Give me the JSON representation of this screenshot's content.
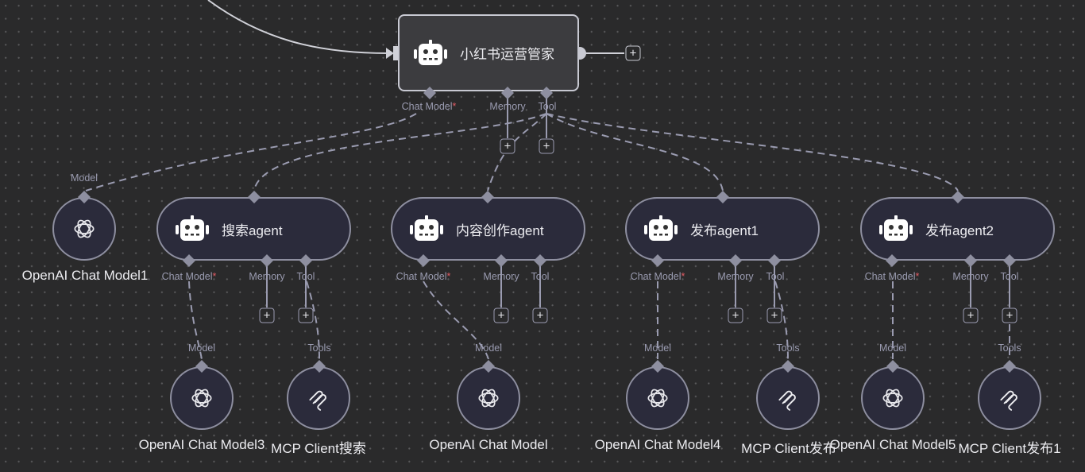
{
  "colors": {
    "background": "#2a2a2b",
    "edge": "#9a9bb0",
    "main_edge": "#d0d1d8",
    "required_marker": "#e15b64"
  },
  "main_node": {
    "title": "小红书运营管家",
    "icon": "robot-icon",
    "ports": {
      "chat_model": "Chat Model",
      "memory": "Memory",
      "tool": "Tool",
      "required": "*"
    }
  },
  "add_button_symbol": "+",
  "agents": [
    {
      "title": "搜索agent",
      "icon": "robot-icon",
      "ports": {
        "chat_model": "Chat Model",
        "memory": "Memory",
        "tool": "Tool",
        "required": "*"
      }
    },
    {
      "title": "内容创作agent",
      "icon": "robot-icon",
      "ports": {
        "chat_model": "Chat Model",
        "memory": "Memory",
        "tool": "Tool",
        "required": "*"
      }
    },
    {
      "title": "发布agent1",
      "icon": "robot-icon",
      "ports": {
        "chat_model": "Chat Model",
        "memory": "Memory",
        "tool": "Tool",
        "required": "*"
      }
    },
    {
      "title": "发布agent2",
      "icon": "robot-icon",
      "ports": {
        "chat_model": "Chat Model",
        "memory": "Memory",
        "tool": "Tool",
        "required": "*"
      }
    }
  ],
  "sub_nodes": [
    {
      "label": "OpenAI Chat Model1",
      "icon": "openai-icon",
      "port": "Model"
    },
    {
      "label": "OpenAI Chat Model3",
      "icon": "openai-icon",
      "port": "Model"
    },
    {
      "label": "MCP Client搜索",
      "icon": "mcp-icon",
      "port": "Tools"
    },
    {
      "label": "OpenAI Chat Model",
      "icon": "openai-icon",
      "port": "Model"
    },
    {
      "label": "OpenAI Chat Model4",
      "icon": "openai-icon",
      "port": "Model"
    },
    {
      "label": "MCP Client发布",
      "icon": "mcp-icon",
      "port": "Tools"
    },
    {
      "label": "OpenAI Chat Model5",
      "icon": "openai-icon",
      "port": "Model"
    },
    {
      "label": "MCP Client发布1",
      "icon": "mcp-icon",
      "port": "Tools"
    }
  ]
}
